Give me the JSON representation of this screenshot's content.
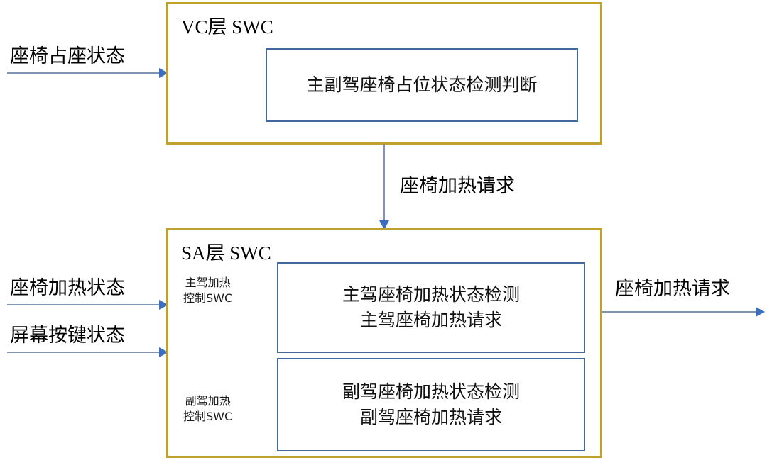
{
  "diagram": {
    "title_vc": "VC层 SWC",
    "title_sa": "SA层 SWC",
    "colors": {
      "outer_border": "#bfa22e",
      "inner_border": "#41699b",
      "arrow_line": "#7f94b5",
      "arrow_head": "#3a6fbf",
      "background": "#ffffff",
      "text": "#000000"
    }
  },
  "vc_layer": {
    "title": "VC层 SWC",
    "functions": [
      {
        "name": "seat-occupancy-detection",
        "lines": [
          "主副驾座椅占位状态检测判断"
        ]
      }
    ]
  },
  "sa_layer": {
    "title": "SA层 SWC",
    "sub_swcs": [
      {
        "name": "driver-heat-control-swc",
        "lines": [
          "主驾加热",
          "控制SWC"
        ]
      },
      {
        "name": "passenger-heat-control-swc",
        "lines": [
          "副驾加热",
          "控制SWC"
        ]
      }
    ],
    "functions": [
      {
        "name": "driver-seat-heating",
        "line1": "主驾座椅加热状态检测",
        "line2": "主驾座椅加热请求"
      },
      {
        "name": "passenger-seat-heating",
        "line1": "副驾座椅加热状态检测",
        "line2": "副驾座椅加热请求"
      }
    ]
  },
  "signals": {
    "seat_occupancy_state": "座椅占座状态",
    "seat_heating_state": "座椅加热状态",
    "screen_key_state": "屏幕按键状态",
    "seat_heating_request_internal": "座椅加热请求",
    "seat_heating_request_output": "座椅加热请求"
  }
}
